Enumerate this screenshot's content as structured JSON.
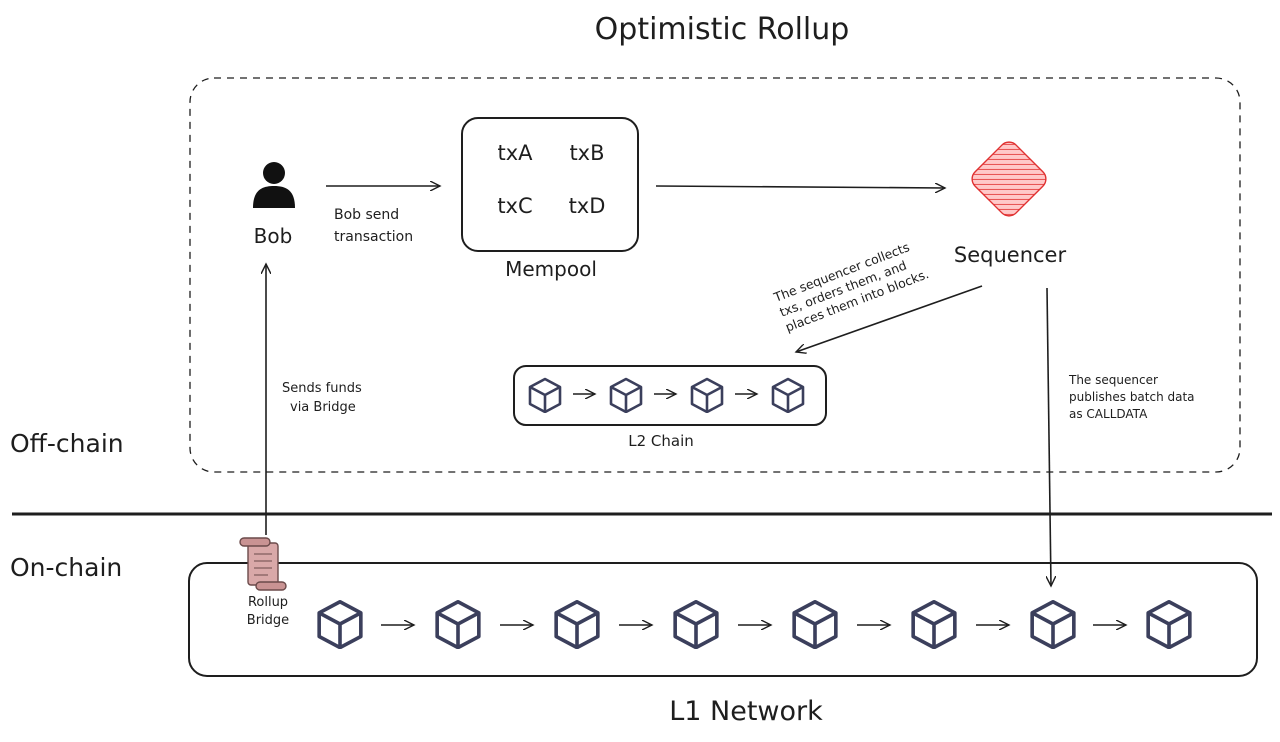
{
  "title": "Optimistic Rollup",
  "zones": {
    "offchain": "Off-chain",
    "onchain": "On-chain"
  },
  "actors": {
    "bob": "Bob",
    "sequencer": "Sequencer"
  },
  "mempool": {
    "label": "Mempool",
    "transactions": [
      "txA",
      "txB",
      "txC",
      "txD"
    ]
  },
  "annotations": {
    "bob_send_line1": "Bob send",
    "bob_send_line2": "transaction",
    "sequencer_note_line1": "The sequencer collects",
    "sequencer_note_line2": "txs, orders them, and",
    "sequencer_note_line3": "places them into blocks.",
    "bridge_note_line1": "Sends funds",
    "bridge_note_line2": "via Bridge",
    "publish_line1": "The sequencer",
    "publish_line2": "publishes batch data",
    "publish_line3": "as CALLDATA"
  },
  "l2_chain": {
    "label": "L2 Chain",
    "block_count": 4
  },
  "l1_network": {
    "label": "L1 Network",
    "block_count": 8
  },
  "bridge": {
    "label_line1": "Rollup",
    "label_line2": "Bridge"
  },
  "colors": {
    "ink": "#1e1e1e",
    "block": "#3b3f5c",
    "sequencer_fill": "#ffc9c9",
    "sequencer_hatch": "#e03131",
    "scroll": "#d9a8a8"
  }
}
